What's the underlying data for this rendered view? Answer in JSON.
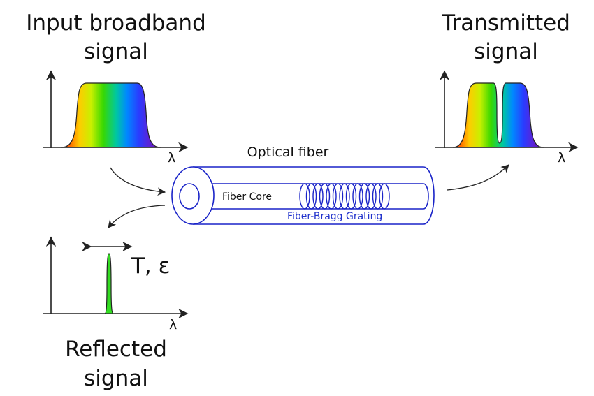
{
  "input": {
    "title_line1": "Input broadband",
    "title_line2": "signal",
    "axis_label": "λ"
  },
  "transmitted": {
    "title_line1": "Transmitted",
    "title_line2": "signal",
    "axis_label": "λ"
  },
  "reflected": {
    "title_line1": "Reflected",
    "title_line2": "signal",
    "axis_label": "λ",
    "shift_label": "T, ε"
  },
  "fiber": {
    "title": "Optical fiber",
    "core_label": "Fiber Core",
    "grating_label": "Fiber-Bragg Grating"
  },
  "colors": {
    "fiber": "#1a24c8",
    "reflected_peak": "#33dd22",
    "axis": "#222222"
  }
}
